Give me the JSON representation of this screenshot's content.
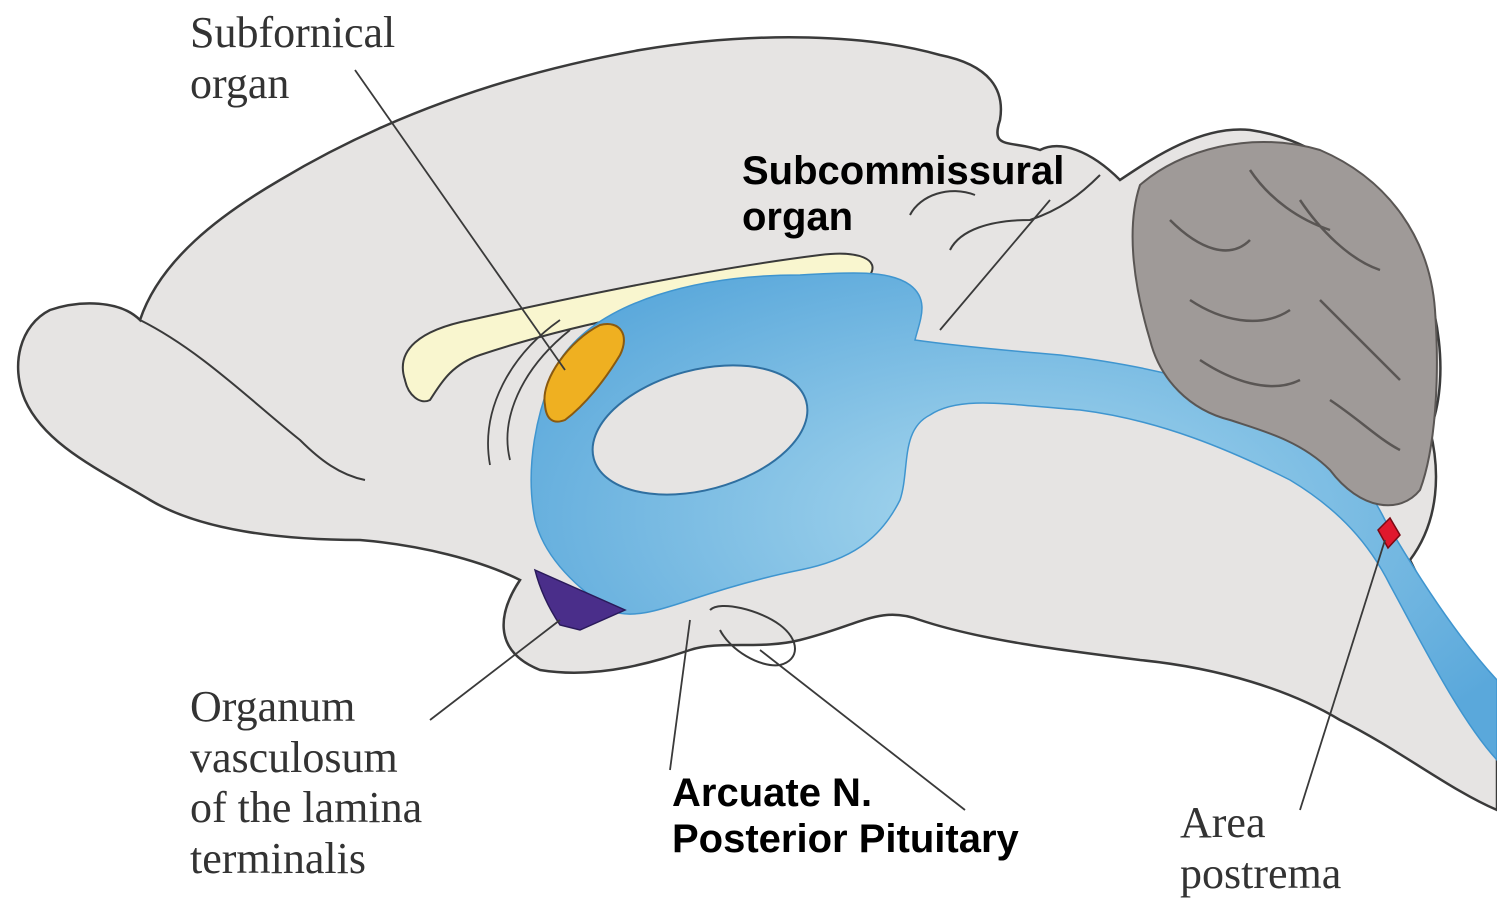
{
  "labels": {
    "subfornical": [
      "Subfornical",
      "organ"
    ],
    "subcommissural": [
      "Subcommissural",
      "organ"
    ],
    "ovlt": [
      "Organum",
      "vasculosum",
      "of the lamina",
      "terminalis"
    ],
    "arcuate": [
      "Arcuate N.",
      "Posterior Pituitary"
    ],
    "area_postrema": [
      "Area",
      "postrema"
    ]
  },
  "colors": {
    "brain": "#e6e4e3",
    "outline": "#3a3a3a",
    "ventricle_light": "#a9d8ee",
    "ventricle_dark": "#3f95cf",
    "corpus_callosum": "#f9f6cf",
    "subfornical_organ": "#efb021",
    "ovlt": "#4a2e8a",
    "cerebellum": "#9f9a98",
    "area_postrema": "#e0182d"
  }
}
